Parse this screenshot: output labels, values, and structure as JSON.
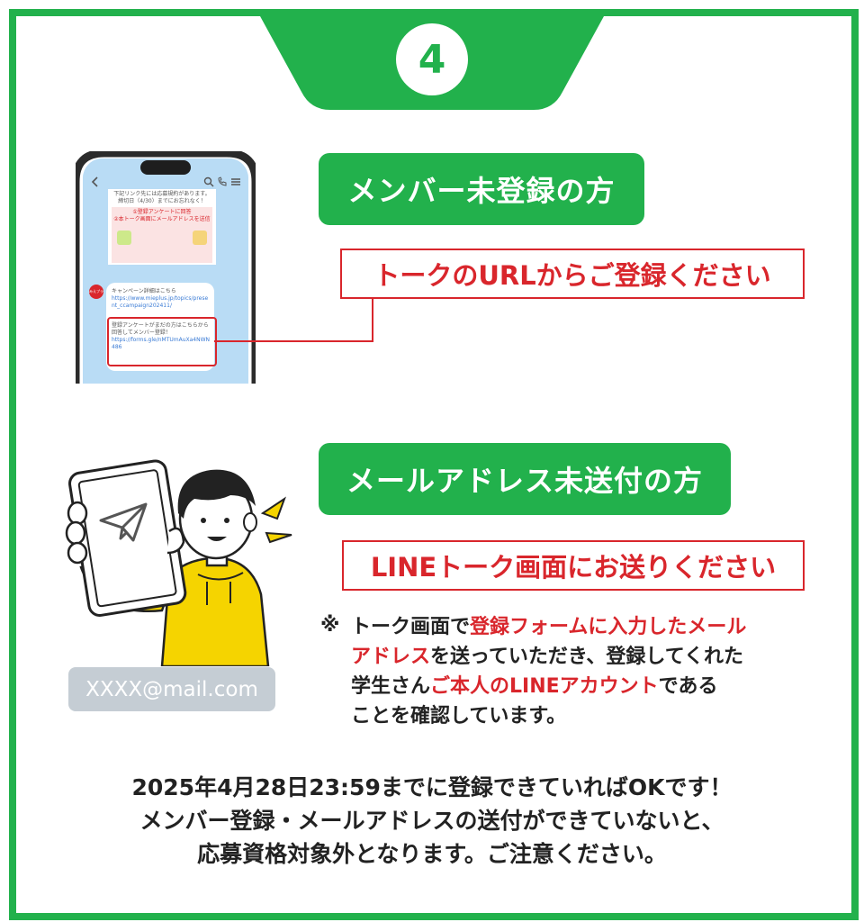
{
  "step": {
    "number": "4"
  },
  "section1": {
    "heading": "メンバー未登録の方",
    "callout": "トークのURLからご登録ください"
  },
  "section2": {
    "heading": "メールアドレス未送付の方",
    "callout": "LINEトーク画面にお送りください"
  },
  "note": {
    "mark": "※",
    "line1_a": "トーク画面で",
    "line1_red": "登録フォームに入力したメール",
    "line2_red": "アドレス",
    "line2_b": "を送っていただき、登録してくれた",
    "line3_a": "学生さん",
    "line3_red": "ご本人のLINEアカウント",
    "line3_b": "である",
    "line4": "ことを確認しています。"
  },
  "email_example": "XXXX@mail.com",
  "footer": {
    "line1": "2025年4月28日23:59までに登録できていればOKです！",
    "line2": "メンバー登録・メールアドレスの送付ができていないと、",
    "line3": "応募資格対象外となります。ご注意ください。"
  },
  "phone_screen": {
    "top_text_1": "下記リンク先には応募規約があります。",
    "top_text_2": "締切日（4/30）までにお忘れなく！",
    "banner_1": "①登録アンケートに回答",
    "banner_2": "②本トーク画面にメールアドレスを送信",
    "avatar": "みえプラス",
    "msg1_label": "キャンペーン詳細はこちら",
    "msg1_link": "https://www.mieplus.jp/topics/present_ccampaign202411/",
    "msg2_text": "登録アンケートがまだの方はこちらから回答してメンバー登録！",
    "msg2_link": "https://forms.gle/nMTUmAuXa4NWN486"
  },
  "colors": {
    "brand_green": "#22b14c",
    "accent_red": "#d9262c",
    "email_gray": "#c5cdd4",
    "person_yellow": "#f5d400"
  },
  "icons": [
    "paper-plane-icon",
    "back-arrow-icon",
    "search-icon",
    "phone-icon",
    "menu-icon"
  ]
}
